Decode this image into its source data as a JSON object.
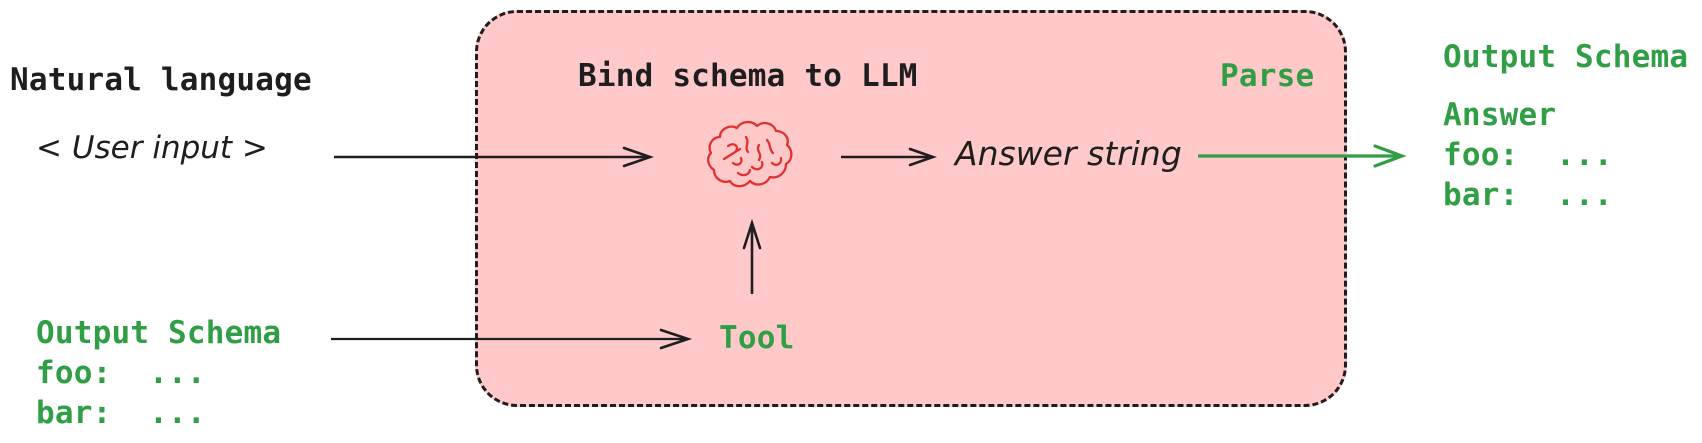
{
  "diagram": {
    "left_column": {
      "natural_language_label": "Natural language",
      "user_input_label": "< User input >"
    },
    "input_schema": {
      "title": "Output Schema",
      "lines": [
        "foo:  ...",
        "bar:  ..."
      ]
    },
    "llm_box": {
      "title": "Bind schema to LLM",
      "parse_label": "Parse",
      "tool_label": "Tool",
      "answer_string_label": "Answer string",
      "brain_icon": "brain-icon"
    },
    "output_schema": {
      "title": "Output Schema",
      "subtitle": "Answer",
      "lines": [
        "foo:  ...",
        "bar:  ..."
      ]
    },
    "colors": {
      "box_fill": "#ffc9c9",
      "stroke_black": "#1e1e1e",
      "accent_green": "#2f9e44",
      "brain_red": "#e03131"
    }
  }
}
